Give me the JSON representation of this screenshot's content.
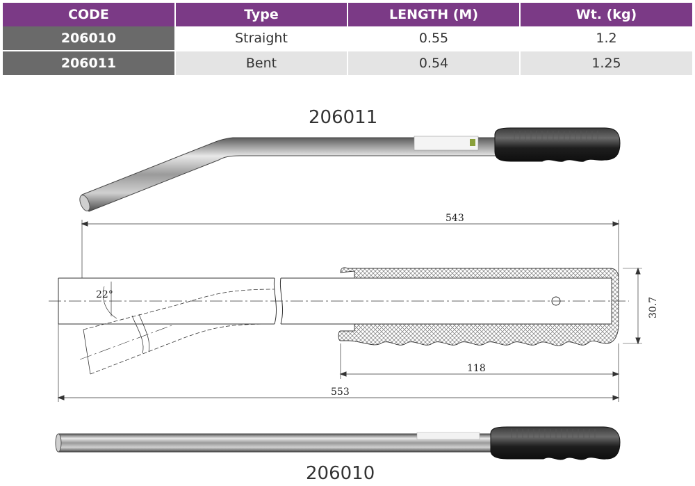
{
  "table": {
    "headers": [
      "CODE",
      "Type",
      "LENGTH (M)",
      "Wt. (kg)"
    ],
    "rows": [
      {
        "code": "206010",
        "type": "Straight",
        "length": "0.55",
        "weight": "1.2"
      },
      {
        "code": "206011",
        "type": "Bent",
        "length": "0.54",
        "weight": "1.25"
      }
    ]
  },
  "captions": {
    "top": "206011",
    "bottom": "206010"
  },
  "drawing": {
    "dim_overall_top": "543",
    "dim_grip": "118",
    "dim_overall_bottom": "553",
    "dim_diameter": "30.7",
    "angle": "22°"
  },
  "colors": {
    "header_bg": "#7b3a86",
    "code_bg": "#6a6a6a",
    "row_alt": "#e4e4e4"
  }
}
